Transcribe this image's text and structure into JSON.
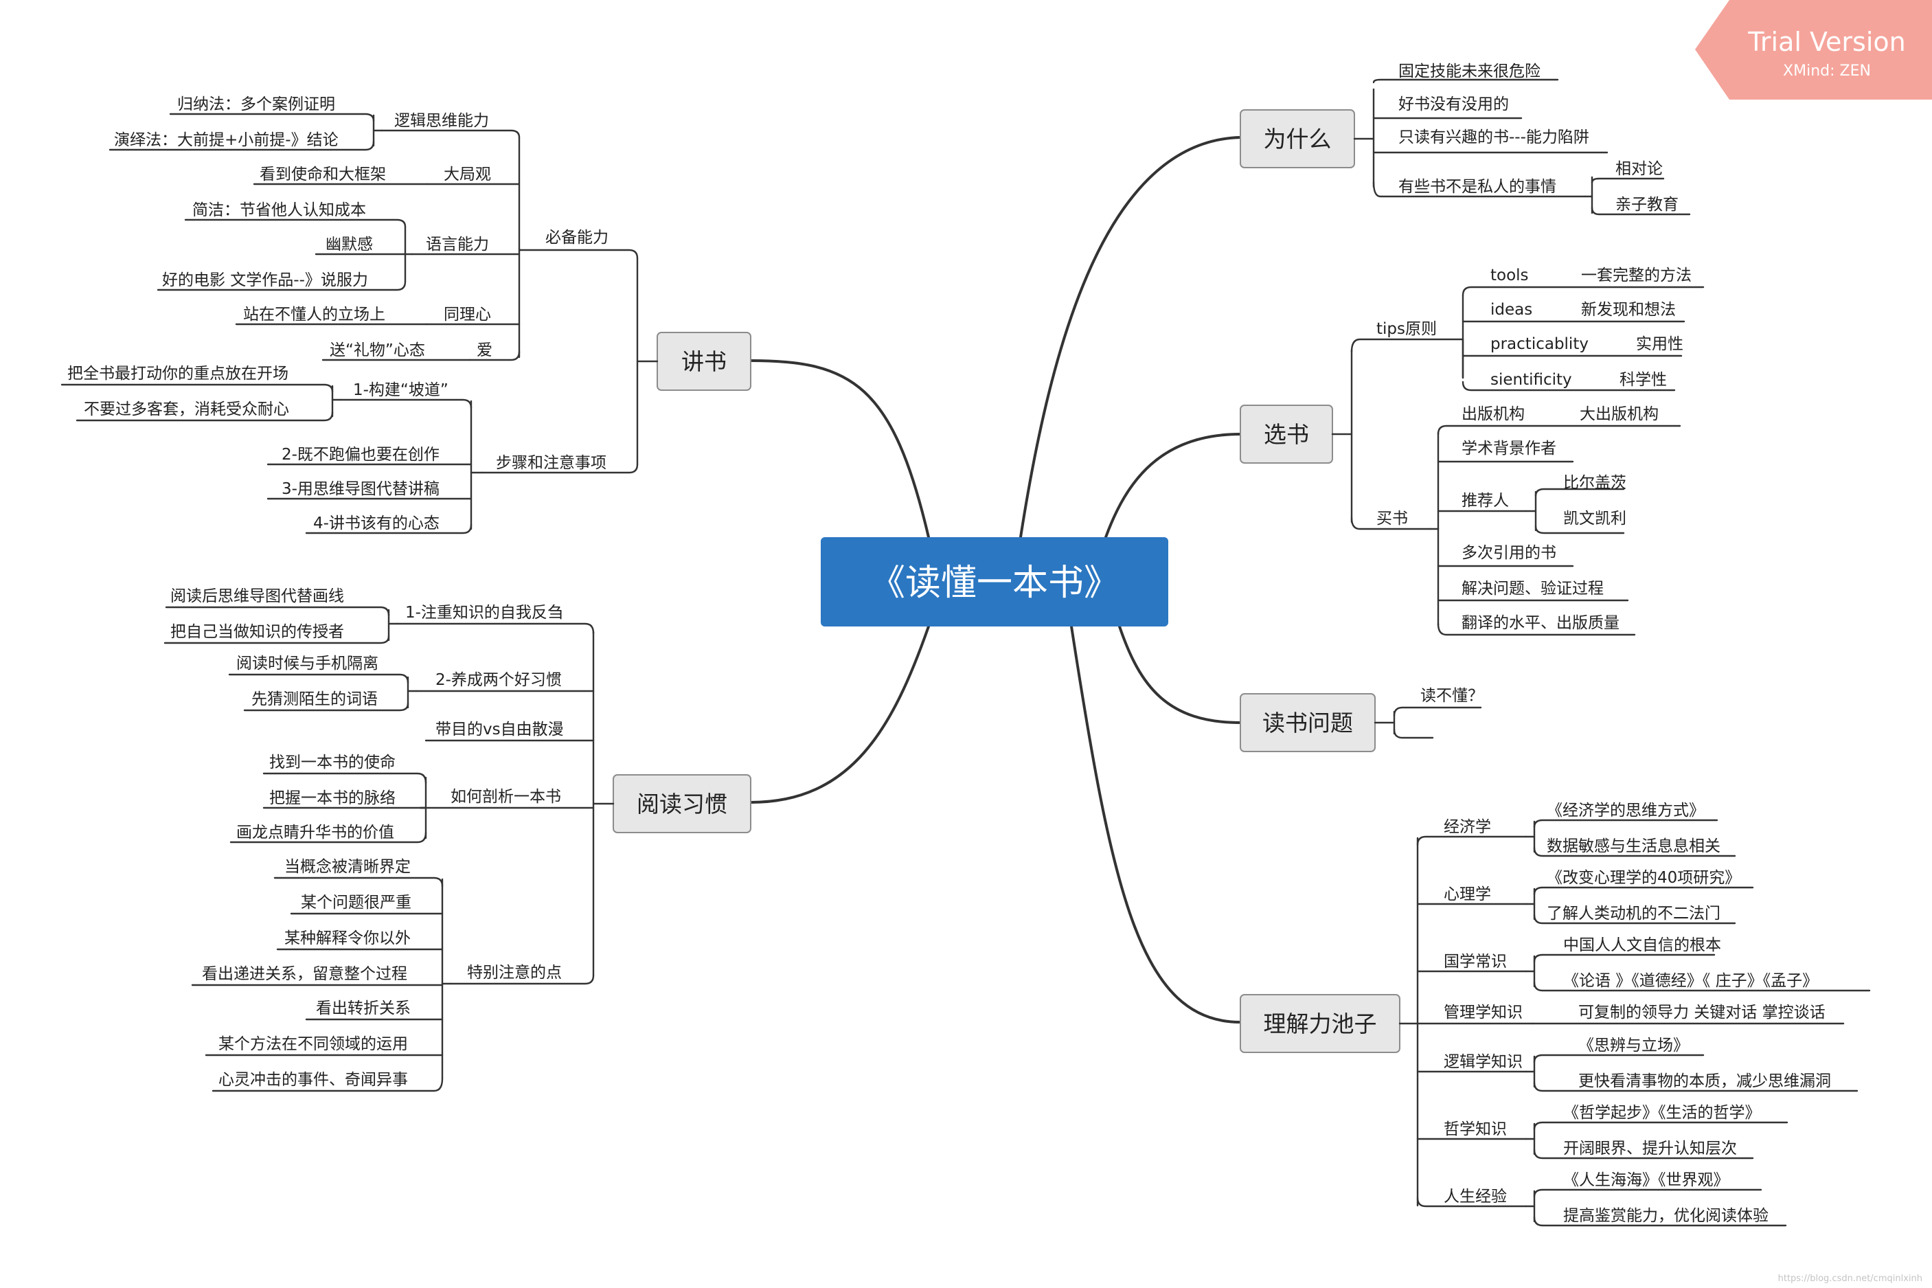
{
  "center": "《读懂一本书》",
  "brand": {
    "accent": "#2b77c2",
    "trial_bg": "#f5a49b"
  },
  "trial": {
    "title": "Trial Version",
    "subtitle": "XMind: ZEN"
  },
  "watermark": "https://blog.csdn.net/cmqinlxinh",
  "main": {
    "why": "为什么",
    "choose": "选书",
    "problems": "读书问题",
    "pool": "理解力池子",
    "lecture": "讲书",
    "habit": "阅读习惯"
  },
  "why": {
    "a": "固定技能未来很危险",
    "b": "好书没有没用的",
    "c": "只读有兴趣的书---能力陷阱",
    "d": "有些书不是私人的事情",
    "d1": "相对论",
    "d2": "亲子教育"
  },
  "choose": {
    "tips": "tips原则",
    "t1": "tools",
    "t1v": "一套完整的方法",
    "t2": "ideas",
    "t2v": "新发现和想法",
    "t3": "practicablity",
    "t3v": "实用性",
    "t4": "sientificity",
    "t4v": "科学性",
    "buy": "买书",
    "b1": "出版机构",
    "b1v": "大出版机构",
    "b2": "学术背景作者",
    "b3": "推荐人",
    "b3a": "比尔盖茨",
    "b3b": "凯文凯利",
    "b4": "多次引用的书",
    "b5": "解决问题、验证过程",
    "b6": "翻译的水平、出版质量"
  },
  "problems": {
    "a": "读不懂？"
  },
  "pool": {
    "econ": "经济学",
    "econ1": "《经济学的思维方式》",
    "econ2": "数据敏感与生活息息相关",
    "psy": "心理学",
    "psy1": "《改变心理学的40项研究》",
    "psy2": "了解人类动机的不二法门",
    "guo": "国学常识",
    "guo1": "中国人人文自信的根本",
    "guo2": "《论语 》《道德经》《 庄子》《孟子》",
    "mgmt": "管理学知识",
    "mgmt1": "可复制的领导力 关键对话  掌控谈话",
    "logic": "逻辑学知识",
    "logic1": "《思辨与立场》",
    "logic2": "更快看清事物的本质，减少思维漏洞",
    "phil": "哲学知识",
    "phil1": "《哲学起步》《生活的哲学》",
    "phil2": "开阔眼界、提升认知层次",
    "life": "人生经验",
    "life1": "《人生海海》《世界观》",
    "life2": "提高鉴赏能力，优化阅读体验"
  },
  "lecture": {
    "ability": "必备能力",
    "logic": "逻辑思维能力",
    "logic1": "归纳法：多个案例证明",
    "logic2": "演绎法：大前提+小前提-》结论",
    "big": "大局观",
    "big1": "看到使命和大框架",
    "lang": "语言能力",
    "lang1": "简洁：节省他人认知成本",
    "lang2": "幽默感",
    "lang3": "好的电影 文学作品--》说服力",
    "emp": "同理心",
    "emp1": "站在不懂人的立场上",
    "love": "爱",
    "love1": "送“礼物”心态",
    "steps": "步骤和注意事项",
    "s1": "1-构建“坡道”",
    "s1a": "把全书最打动你的重点放在开场",
    "s1b": "不要过多客套，消耗受众耐心",
    "s2": "2-既不跑偏也要在创作",
    "s3": "3-用思维导图代替讲稿",
    "s4": "4-讲书该有的心态"
  },
  "habit": {
    "h1": "1-注重知识的自我反刍",
    "h1a": "阅读后思维导图代替画线",
    "h1b": "把自己当做知识的传授者",
    "h2": "2-养成两个好习惯",
    "h2a": "阅读时候与手机隔离",
    "h2b": "先猜测陌生的词语",
    "h3": "带目的vs自由散漫",
    "h4": "如何剖析一本书",
    "h4a": "找到一本书的使命",
    "h4b": "把握一本书的脉络",
    "h4c": "画龙点睛升华书的价值",
    "h5": "特别注意的点",
    "h5a": "当概念被清晰界定",
    "h5b": "某个问题很严重",
    "h5c": "某种解释令你以外",
    "h5d": "看出递进关系，留意整个过程",
    "h5e": "看出转折关系",
    "h5f": "某个方法在不同领域的运用",
    "h5g": "心灵冲击的事件、奇闻异事"
  }
}
